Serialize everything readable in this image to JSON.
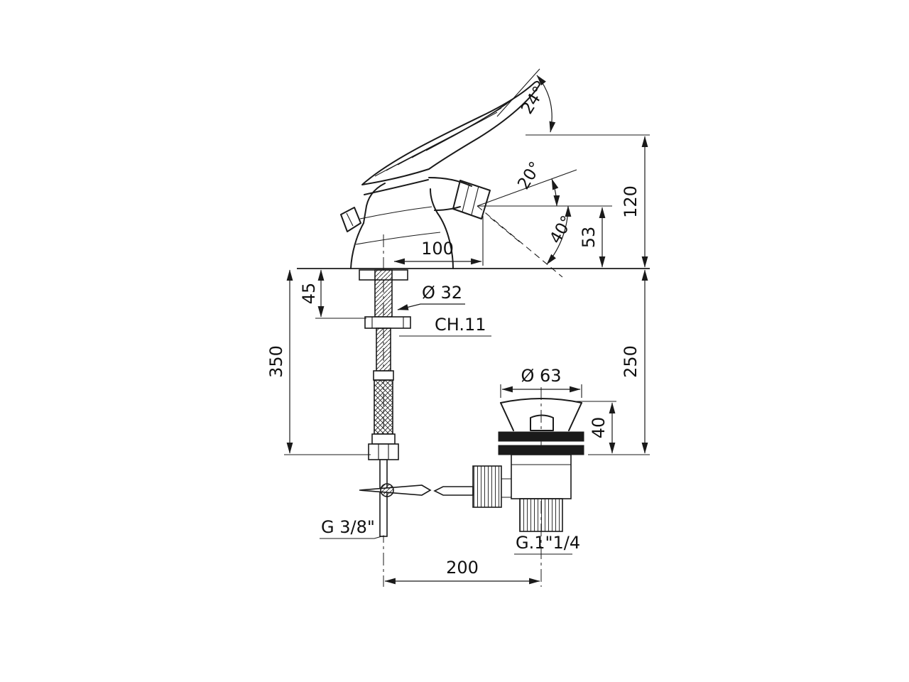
{
  "colors": {
    "line": "#1a1a1a",
    "background": "#ffffff"
  },
  "dims": {
    "handle_angle": "24°",
    "spout_angle": "20°",
    "spray_angle": "40°",
    "overall_height": "120",
    "spout_height": "53",
    "spout_reach": "100",
    "deck_thickness": "45",
    "shank_diameter": "Ø 32",
    "wrench_size": "CH.11",
    "hose_length": "350",
    "drain_drop": "250",
    "flange_diameter": "Ø 63",
    "flange_height": "40",
    "supply_thread": "G 3/8\"",
    "drain_thread": "G.1\"1/4",
    "center_spacing": "200"
  }
}
